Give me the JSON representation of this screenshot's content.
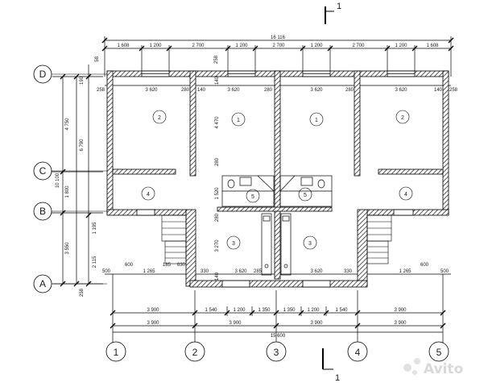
{
  "section_marks": {
    "top": "1",
    "bottom": "1"
  },
  "overall": {
    "top_total": "16 116",
    "bottom_total": "15 600"
  },
  "axes": {
    "columns": [
      "1",
      "2",
      "3",
      "4",
      "5"
    ],
    "rows": [
      "D",
      "C",
      "B",
      "A"
    ]
  },
  "top_dims": [
    "1 608",
    "1 200",
    "2 700",
    "1 200",
    "2 700",
    "1 200",
    "2 700",
    "1 200",
    "1 608"
  ],
  "top_small": {
    "wall_left": "258",
    "wall_right": "258",
    "left_step": "58",
    "right_top": "258"
  },
  "upper_room_dims": [
    "258",
    "3 620",
    "280",
    "140",
    "3 620",
    "280",
    "3 620",
    "280",
    "3 620",
    "140",
    "258"
  ],
  "lower_room_dims": [
    "500",
    "600",
    "1 265",
    "185",
    "630",
    "330",
    "3 620",
    "285",
    "3 620",
    "330",
    "1 265",
    "600",
    "500"
  ],
  "bottom_dims_row1": [
    "3 900",
    "1 540",
    "1 200",
    "1 350",
    "1 350",
    "1 200",
    "1 540",
    "3 900"
  ],
  "bottom_dims_row2": [
    "3 900",
    "3 900",
    "3 900",
    "3 900"
  ],
  "left_dims_outer": [
    "4 750",
    "1 800",
    "3 550"
  ],
  "left_dims_total": "10 100",
  "left_dims_inner": [
    "6 790",
    "1 195",
    "2 115"
  ],
  "left_small": [
    "190",
    "258",
    "258"
  ],
  "center_vertical_dims": [
    "140",
    "4 470",
    "280",
    "1 520",
    "280",
    "3 270",
    "140"
  ],
  "rooms": {
    "r1_left": "2",
    "r2_left": "1",
    "r3_right": "1",
    "r4_right": "2",
    "r5_left": "4",
    "r6_left": "5",
    "r7_right": "5",
    "r8_right": "4",
    "r9_left": "3",
    "r10_right": "3"
  },
  "watermark": "Avito"
}
